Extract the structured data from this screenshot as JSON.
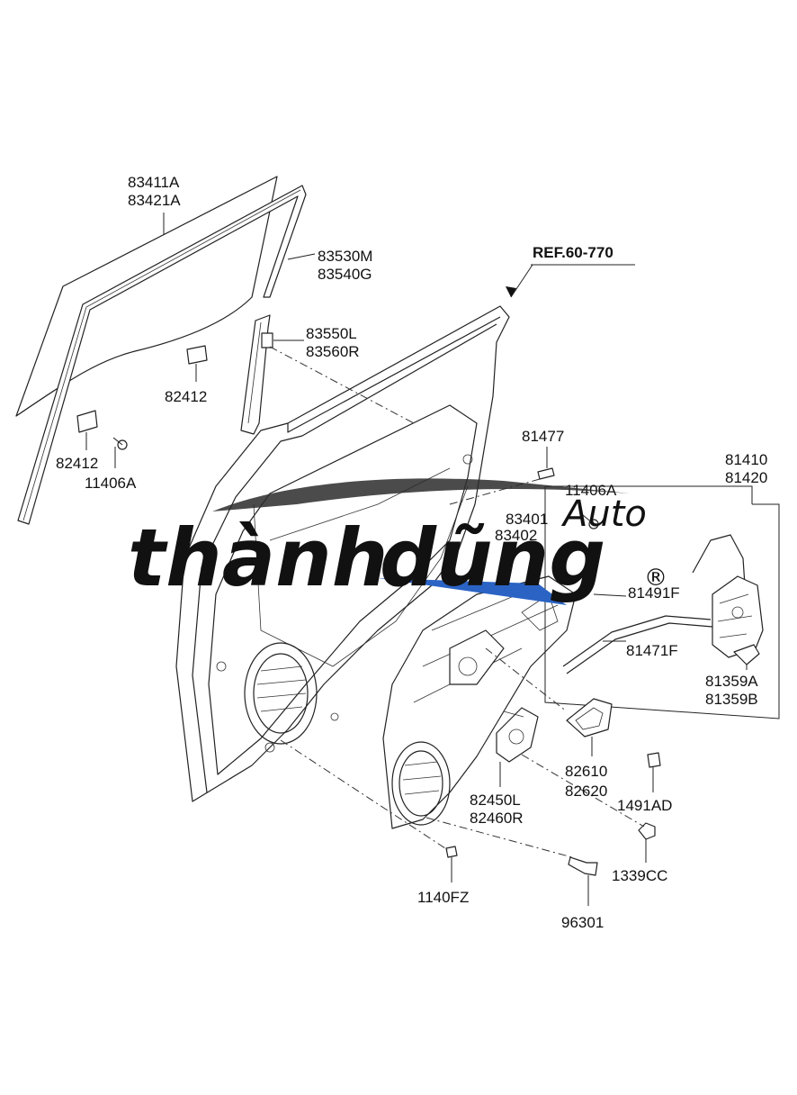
{
  "reference": "REF.60-770",
  "labels": {
    "glass": [
      "83411A",
      "83421A"
    ],
    "channel": [
      "83530M",
      "83540G"
    ],
    "guide": [
      "83550L",
      "83560R"
    ],
    "glass_clip_upper": "82412",
    "glass_clip_lower": "82412",
    "bolt_glass": "11406A",
    "bolt_striker": "81477",
    "bolt_regulator": "11406A",
    "regulator_rail": [
      "83401",
      "83402"
    ],
    "latch": [
      "81410",
      "81420"
    ],
    "cable_upper": "81491F",
    "cable_lower": "81471F",
    "latch_cover": [
      "81359A",
      "81359B"
    ],
    "inside_handle": [
      "82610",
      "82620"
    ],
    "motor_regulator": [
      "82450L",
      "82460R"
    ],
    "clip": "1491AD",
    "nut": "1339CC",
    "screw": "1140FZ",
    "speaker_bolt": "96301"
  },
  "watermark": {
    "brand_left": "thành",
    "brand_right": "dũng",
    "brand_small": "Auto",
    "registered": "®",
    "color_blue": "#1e3f94",
    "color_dark": "#2b2b2b",
    "color_accent": "#2a63c4"
  }
}
